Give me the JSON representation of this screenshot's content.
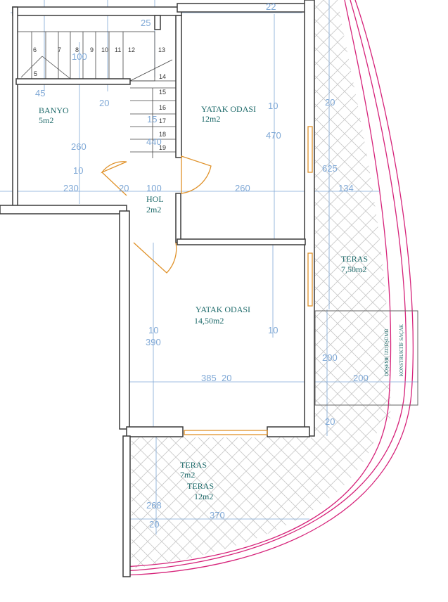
{
  "colors": {
    "wall": "#3a3a3a",
    "dimension": "#7fa8d6",
    "label": "#1f6b6b",
    "door": "#e0922a",
    "boundary": "#d6237a",
    "hatch": "#c8c8c8"
  },
  "rooms": {
    "banyo": {
      "name": "BANYO",
      "area": "5m2"
    },
    "yatak1": {
      "name": "YATAK ODASI",
      "area": "12m2"
    },
    "hol": {
      "name": "HOL",
      "area": "2m2"
    },
    "yatak2": {
      "name": "YATAK ODASI",
      "area": "14,50m2"
    },
    "teras_right": {
      "name": "TERAS",
      "area": "7,50m2"
    },
    "teras_small": {
      "name": "TERAS",
      "area": "7m2"
    },
    "teras_large": {
      "name": "TERAS",
      "area": "12m2"
    }
  },
  "labels": {
    "doseme_izdusumu": "DÖŞEME İZDÜŞÜMÜ",
    "konstruktif_sacak": "KONSTRUKTİF SAÇAK"
  },
  "dimensions": {
    "d25": "25",
    "d22": "22",
    "d100_stair": "100",
    "d45": "45",
    "d20_a": "20",
    "d10_a": "10",
    "d470": "470",
    "d20_b": "20",
    "d260_a": "260",
    "d15": "15",
    "d440": "440",
    "d10_b": "10",
    "d625": "625",
    "d230": "230",
    "d20_c": "20",
    "d100_hol": "100",
    "d260_b": "260",
    "d134": "134",
    "d10_c": "10",
    "d390": "390",
    "d10_d": "10",
    "d200_a": "200",
    "d385": "385",
    "d20_d": "20",
    "d200_b": "200",
    "d20_e": "20",
    "d268": "268",
    "d20_f": "20",
    "d370": "370"
  },
  "stair_steps": [
    "5",
    "6",
    "7",
    "8",
    "9",
    "10",
    "11",
    "12",
    "13",
    "14",
    "15",
    "16",
    "17",
    "18",
    "19"
  ]
}
